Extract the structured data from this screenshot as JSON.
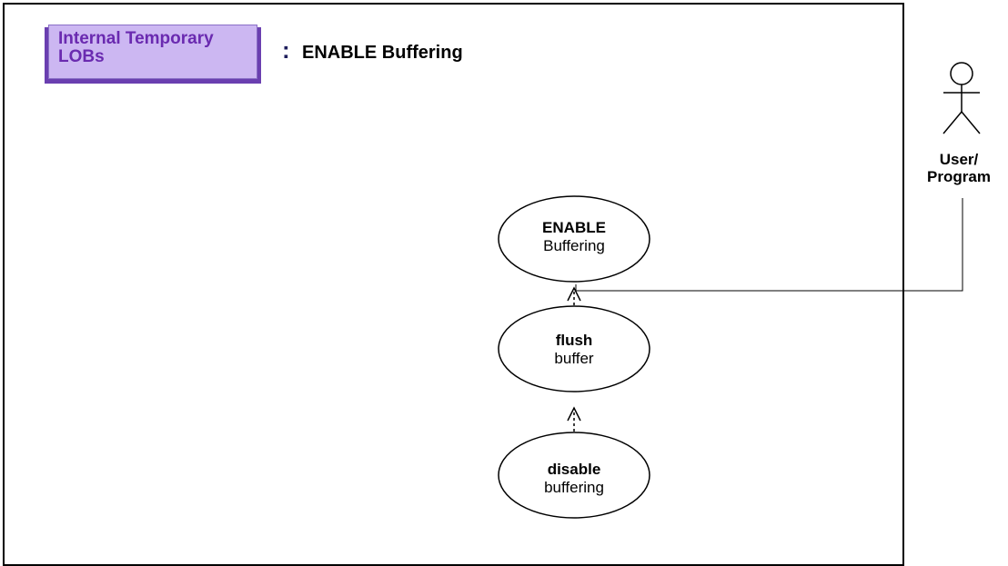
{
  "header": {
    "badge": {
      "line1": "Internal Temporary",
      "line2": "LOBs"
    },
    "colon": ":",
    "title": "ENABLE Buffering"
  },
  "actor": {
    "line1": "User/",
    "line2": "Program"
  },
  "use_cases": [
    {
      "bold": "ENABLE",
      "regular": "Buffering"
    },
    {
      "bold": "flush",
      "regular": "buffer"
    },
    {
      "bold": "disable",
      "regular": "buffering"
    }
  ],
  "colors": {
    "badge_fill": "#ccb7f2",
    "badge_shadow": "#6a3fb0",
    "badge_text": "#6a2ab0"
  }
}
